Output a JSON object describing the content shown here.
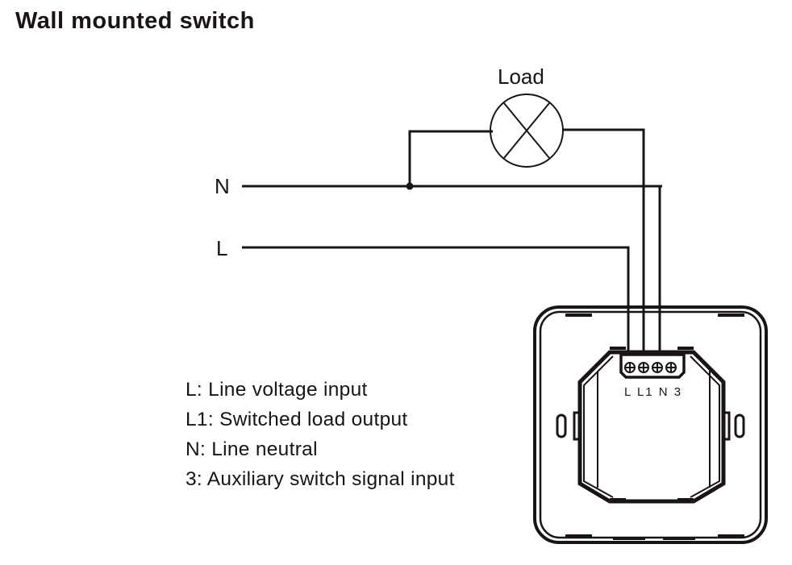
{
  "title": "Wall mounted switch",
  "load_label": "Load",
  "supply_labels": {
    "neutral": "N",
    "line": "L"
  },
  "terminal_labels": "L L1 N 3",
  "legend": [
    {
      "key": "L",
      "text": "L: Line voltage input"
    },
    {
      "key": "L1",
      "text": "L1: Switched load output"
    },
    {
      "key": "N",
      "text": "N: Line neutral"
    },
    {
      "key": "3",
      "text": "3: Auxiliary switch signal input"
    }
  ],
  "colors": {
    "ink": "#1a1414",
    "background": "#ffffff"
  },
  "icons": {
    "load": "lamp-symbol-icon",
    "device": "wall-switch-icon"
  }
}
